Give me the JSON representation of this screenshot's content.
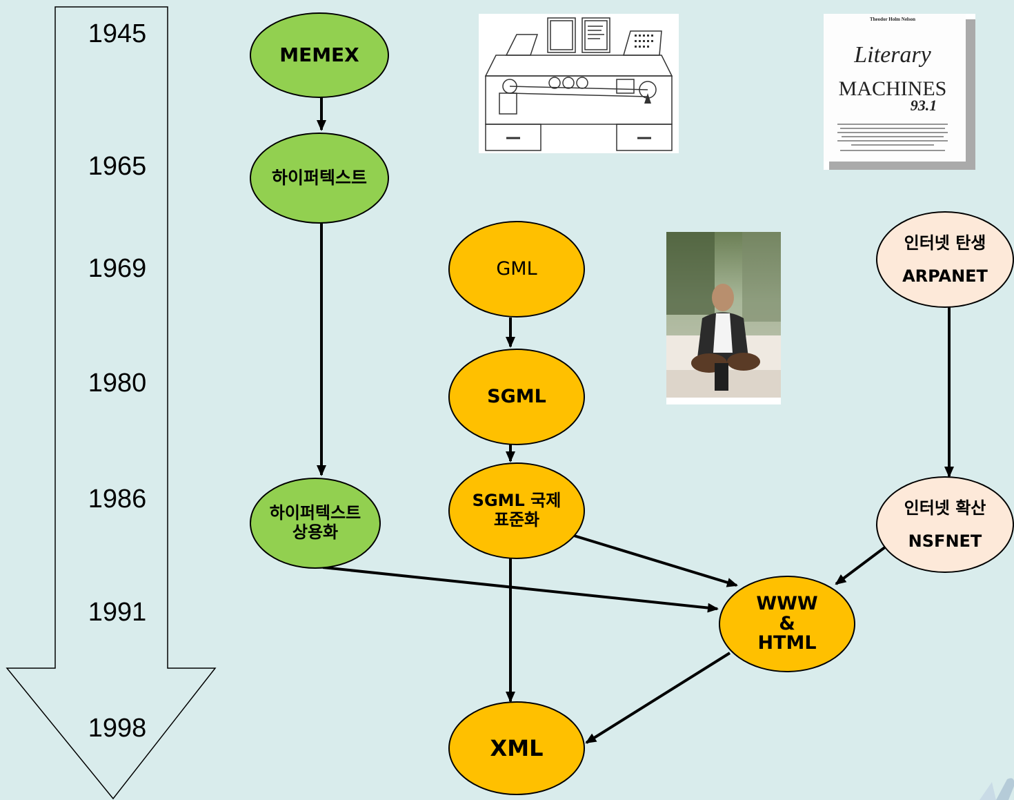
{
  "timeline": {
    "years": [
      "1945",
      "1965",
      "1969",
      "1980",
      "1986",
      "1991",
      "1998"
    ]
  },
  "nodes": {
    "memex": "MEMEX",
    "hypertext": "하이퍼텍스트",
    "hypertext_commercial": "하이퍼텍스트\n상용화",
    "gml": "GML",
    "sgml": "SGML",
    "sgml_standard": "SGML 국제\n표준화",
    "arpanet": "인터넷 탄생\n\nARPANET",
    "nsfnet": "인터넷 확산\n\nNSFNET",
    "www_html": "WWW\n&\nHTML",
    "xml": "XML"
  },
  "images": {
    "book": {
      "author": "Theodor Holm Nelson",
      "title_1": "Literary",
      "title_2": "MACHINES",
      "version": "93.1"
    }
  },
  "colors": {
    "background": "#d9ecec",
    "green": "#92d050",
    "orange": "#ffc000",
    "peach": "#fde9d9"
  }
}
